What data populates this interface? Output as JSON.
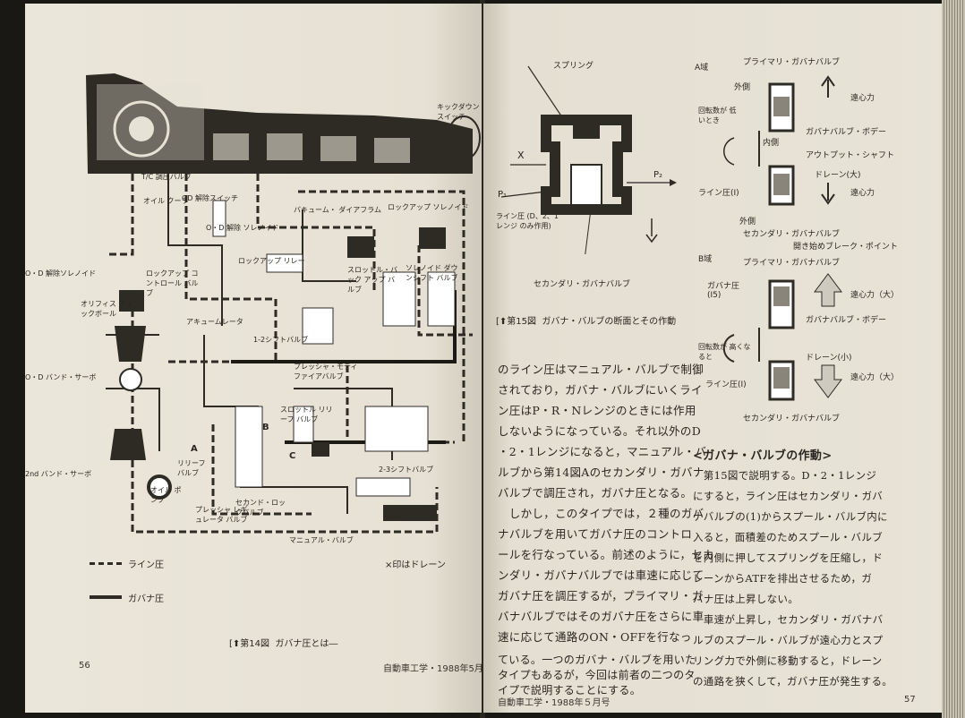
{
  "left_page": {
    "figure14": {
      "labels": {
        "kickdown": "キックダウン スイッチ",
        "tc_relief": "T/C 調圧バルブ",
        "oil_cooler": "オイル クーラ",
        "od_switch": "OD 解除スイッチ",
        "od_solenoid_small": "O・D 解除 ソレノイド",
        "lockup_relay": "ロックアップ リレー",
        "vacuum_diaphragm": "バキューム・ ダイアフラム",
        "lockup_solenoid": "ロックアップ ソレノイド",
        "od_solenoid": "O・D 解除ソレノイド",
        "lockup_control": "ロックアップ コントロール バルブ",
        "orifice_check": "オリフィス チェックボール",
        "od_servo": "O・D バンド・サーボ",
        "accumulator": "アキュームレータ",
        "throttle_backup": "スロットル・バック アップ バルブ",
        "solenoid_downshift": "ソレノイド ダウンシフト バルブ",
        "pressure_modifier": "プレッシャ・モディ ファイアバルブ",
        "throttle_relief": "スロットル リリーフ バルブ",
        "shift_valve_1": "1-2シフトバルブ",
        "shift_valve_2": "2-3シフトバルブ",
        "second_servo": "2nd バンド・サーボ",
        "oil_pump": "オイル ポンプ",
        "pressure_regulator": "プレッシャ レギュレータ バルブ",
        "second_lockup": "セカンド・ロックバルブ",
        "manual_valve": "マニュアル・バルブ",
        "relief_valve": "リリーフ バルブ",
        "mark_a": "A",
        "mark_b": "B",
        "mark_c": "C"
      },
      "legend": {
        "line_pressure": "ライン圧",
        "governor_pressure": "ガバナ圧",
        "drain_note": "×印はドレーン"
      },
      "caption_prefix": "第14図",
      "caption_text": "ガバナ圧とは―"
    },
    "folio_number": "56",
    "folio_magazine": "自動車工学・1988年5月号"
  },
  "right_page": {
    "figure15": {
      "spring": "スプリング",
      "x_mark": "X",
      "p2": "P₂",
      "p1": "P₁",
      "line_pressure_label": "ライン圧 (D、2、1レンジ のみ作用)",
      "secondary_valve": "セカンダリ・ガバナバルブ",
      "caption_prefix": "第15図",
      "caption_text": "ガバナ・バルブの断面とその作動"
    },
    "figure_a": {
      "title": "A域",
      "primary": "プライマリ・ガバナバルブ",
      "outer": "外側",
      "centrifugal": "遠心力",
      "slow": "回転数が 低いとき",
      "body": "ガバナバルブ・ボデー",
      "inner": "内側",
      "output_shaft": "アウトプット・シャフト",
      "drain": "ドレーン(大)",
      "line_pressure": "ライン圧(I)",
      "centrifugal2": "遠心力",
      "outer2": "外側",
      "secondary": "セカンダリ・ガバナバルブ",
      "break_point": "開き始めブレーク・ポイント"
    },
    "figure_b": {
      "title": "B域",
      "primary": "プライマリ・ガバナバルブ",
      "governor_pressure": "ガバナ圧 (I5)",
      "centrifugal_large": "遠心力（大）",
      "body": "ガバナバルブ・ボデー",
      "fast": "回転数が 高くなると",
      "drain_small": "ドレーン(小)",
      "line_pressure": "ライン圧(I)",
      "centrifugal_large2": "遠心力（大）",
      "secondary": "セカンダリ・ガバナバルブ"
    },
    "body_left": [
      "のライン圧はマニュアル・バルブで制御",
      "されており，ガバナ・バルブにいくライ",
      "ン圧はP・R・Nレンジのときには作用",
      "しないようになっている。それ以外のD",
      "・2・1レンジになると，マニュアル・バ",
      "ルブから第14図Aのセカンダリ・ガバナ",
      "バルブで調圧され，ガバナ圧となる。",
      "　しかし，このタイプでは，２種のガバ",
      "ナバルブを用いてガバナ圧のコントロ",
      "ールを行なっている。前述のように，セカ",
      "ンダリ・ガバナバルブでは車速に応じて",
      "ガバナ圧を調圧するが，プライマリ・ガ",
      "バナバルブではそのガバナ圧をさらに車",
      "速に応じて通路のON・OFFを行なっ",
      "ている。一つのガバナ・バルブを用いた",
      "タイプもあるが，今回は前者の二つのタ",
      "イプで説明することにする。"
    ],
    "heading": "<ガバナ・バルブの作動>",
    "body_right": [
      "　第15図で説明する。D・2・1レンジ",
      "にすると，ライン圧はセカンダリ・ガバ",
      "ナバルブの(1)からスプール・バルブ内に",
      "入ると，面積差のためスプール・バルブ",
      "を内側に押してスプリングを圧縮し，ド",
      "レーンからATFを排出させるため，ガ",
      "バナ圧は上昇しない。",
      "　車速が上昇し，セカンダリ・ガバナバ",
      "ルブのスプール・バルブが遠心力とスプ",
      "リング力で外側に移動すると，ドレーン",
      "の通路を狭くして，ガバナ圧が発生する。"
    ],
    "folio_magazine": "自動車工学・1988年５月号",
    "folio_number": "57"
  }
}
